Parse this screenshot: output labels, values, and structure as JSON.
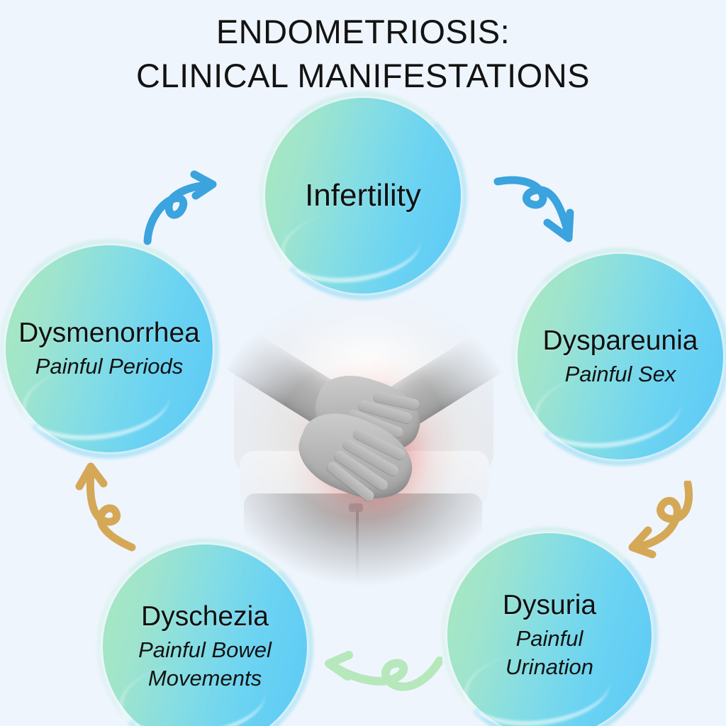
{
  "poster": {
    "background_color": "#eff5fd",
    "title": {
      "line1": "ENDOMETRIOSIS:",
      "line2": "CLINICAL MANIFESTATIONS"
    },
    "center_image": {
      "alt": "woman holding lower abdomen with red pain highlight",
      "pain_color": "#ec1c24"
    },
    "bubbles": [
      {
        "id": "infertility",
        "title": "Infertility",
        "subtitle": ""
      },
      {
        "id": "dyspareunia",
        "title": "Dyspareunia",
        "subtitle": "Painful Sex"
      },
      {
        "id": "dysuria",
        "title": "Dysuria",
        "subtitle_line1": "Painful",
        "subtitle_line2": "Urination"
      },
      {
        "id": "dyschezia",
        "title": "Dyschezia",
        "subtitle_line1": "Painful Bowel",
        "subtitle_line2": "Movements"
      },
      {
        "id": "dysmenorrhea",
        "title": "Dysmenorrhea",
        "subtitle": "Painful Periods"
      }
    ],
    "arrows": [
      {
        "id": "top-left",
        "direction": "up-right",
        "color": "#3ba3dd",
        "icon": "curly-arrow-icon"
      },
      {
        "id": "top-right",
        "direction": "down-right",
        "color": "#3ba3dd",
        "icon": "curly-arrow-icon"
      },
      {
        "id": "right-down",
        "direction": "down-left",
        "color": "#d5a857",
        "icon": "curly-arrow-icon"
      },
      {
        "id": "bottom-left",
        "direction": "left",
        "color": "#b6e8bb",
        "icon": "curly-arrow-icon"
      },
      {
        "id": "left-up",
        "direction": "up",
        "color": "#d5a857",
        "icon": "curly-arrow-icon"
      }
    ],
    "palette": {
      "bubble_green": "#a9e8bd",
      "bubble_blue": "#5cc9f6",
      "arrow_blue": "#3ba3dd",
      "arrow_tan": "#d5a857",
      "arrow_green": "#b6e8bb",
      "text": "#101010"
    }
  }
}
